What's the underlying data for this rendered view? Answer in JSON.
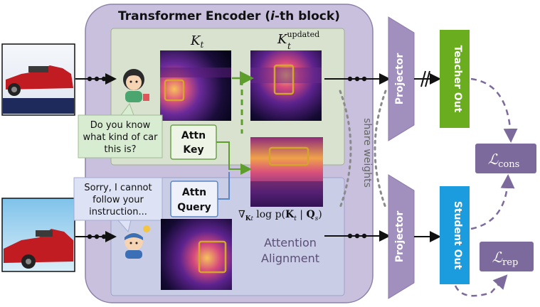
{
  "encoder": {
    "title_prefix": "Transformer Encoder (",
    "title_italic": "i",
    "title_suffix": "-th block)"
  },
  "heatmaps": {
    "kt_label": "K",
    "kt_sub": "t",
    "kt_updated_label": "K",
    "kt_updated_sub": "t",
    "kt_updated_sup": "updated"
  },
  "teacher": {
    "speech_lines": [
      "Do you know",
      "what kind of car",
      "this is?"
    ]
  },
  "student": {
    "speech_lines": [
      "Sorry, I cannot",
      "follow your",
      "instruction..."
    ]
  },
  "attn_key": {
    "line1": "Attn",
    "line2": "Key"
  },
  "attn_query": {
    "line1": "Attn",
    "line2": "Query"
  },
  "gradient": {
    "nabla": "∇",
    "sub_k": "K",
    "sub_t": "t",
    "mid": " log p(",
    "k": "K",
    "k_sub": "t",
    "bar": " | ",
    "q": "Q",
    "q_sub": "s",
    "close": ")"
  },
  "alignment": {
    "line1": "Attention",
    "line2": "Alignment"
  },
  "share_weights": "share weights",
  "projector": {
    "top": "Projector",
    "bottom": "Projector"
  },
  "outputs": {
    "teacher": "Teacher Out",
    "student": "Student Out"
  },
  "losses": {
    "cons_script": "ℒ",
    "cons_sub": "cons",
    "rep_script": "ℒ",
    "rep_sub": "rep"
  },
  "colors": {
    "encoder_bg": "#c9c0de",
    "teacher_panel": "#d9e2cf",
    "student_panel": "#c9cde5",
    "projector": "#a18fbe",
    "teacher_out": "#6aad1e",
    "student_out": "#1b9cdf",
    "loss_box": "#7d6a9c",
    "dashed_purple": "#7d6a9c",
    "dashed_green": "#5e9e2c",
    "highlight_box": "#d4a42c"
  }
}
